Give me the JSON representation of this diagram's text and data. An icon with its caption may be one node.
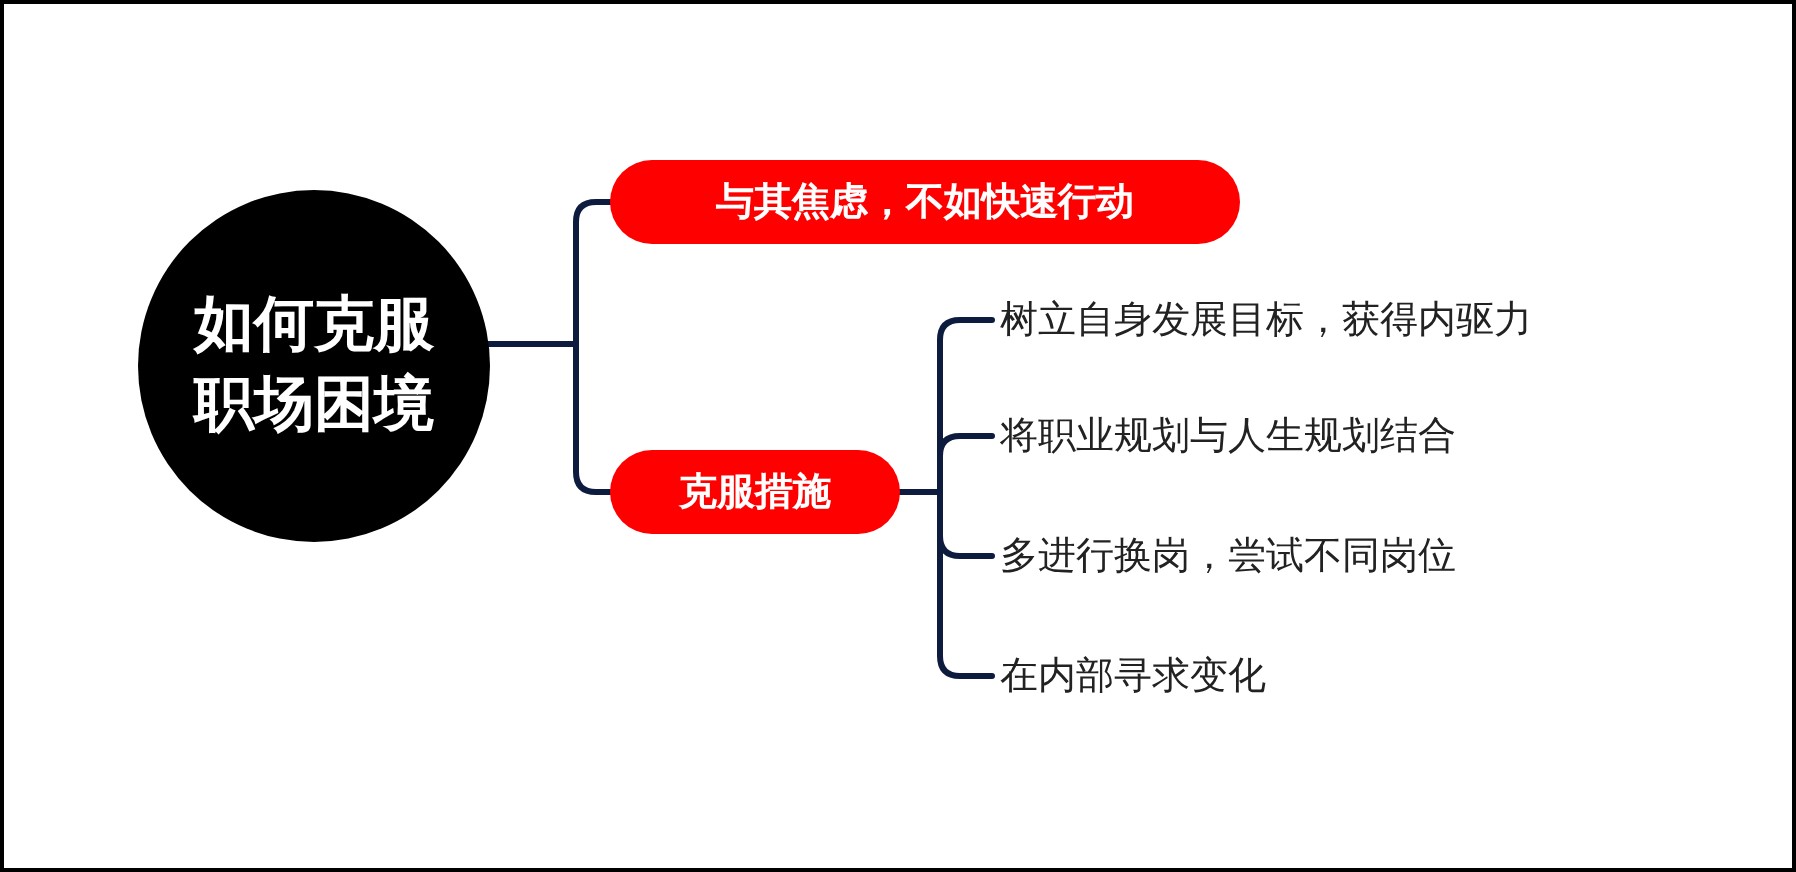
{
  "diagram": {
    "nodes": [
      {
        "text": [
          "如何克服职场困境"
        ]
      },
      {
        "text": [
          "与其焦虑，不如快速行动"
        ]
      },
      {
        "text": [
          "克服措施"
        ]
      },
      {
        "text": [
          "树立自身发展目标，获得内驱力"
        ]
      },
      {
        "text": [
          "将职业规划与人生规划结合"
        ]
      },
      {
        "text": [
          "多进行换岗，尝试不同岗位"
        ]
      },
      {
        "text": [
          "在内部寻求变化"
        ]
      }
    ],
    "edges": [
      {
        "from": 0,
        "to": 1,
        "arrow": "none"
      },
      {
        "from": 0,
        "to": 2,
        "arrow": "none"
      },
      {
        "from": 2,
        "to": 3,
        "arrow": "none"
      },
      {
        "from": 2,
        "to": 4,
        "arrow": "none"
      },
      {
        "from": 2,
        "to": 5,
        "arrow": "none"
      },
      {
        "from": 2,
        "to": 6,
        "arrow": "none"
      }
    ]
  }
}
